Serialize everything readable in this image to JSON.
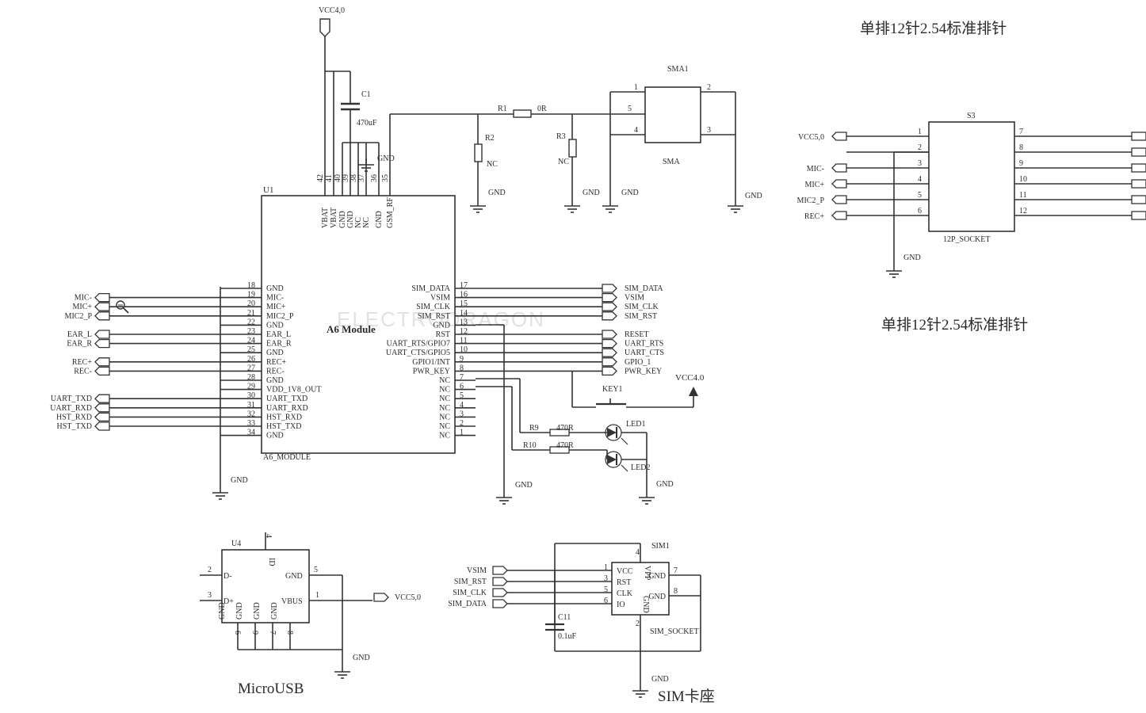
{
  "titles": {
    "header_top": "单排12针2.54标准排针",
    "header_mid": "单排12针2.54标准排针",
    "microusb": "MicroUSB",
    "sim": "SIM卡座",
    "watermark": "ELECTRODRAGON"
  },
  "u1": {
    "ref": "U1",
    "value": "A6 Module",
    "footer": "A6_MODULE",
    "top_pins": [
      {
        "num": "42",
        "name": "VBAT"
      },
      {
        "num": "41",
        "name": "VBAT"
      },
      {
        "num": "40",
        "name": "GND"
      },
      {
        "num": "39",
        "name": "GND"
      },
      {
        "num": "38",
        "name": "NC"
      },
      {
        "num": "37",
        "name": "NC"
      },
      {
        "num": "36",
        "name": "GND"
      },
      {
        "num": "35",
        "name": "GSM_RF"
      }
    ],
    "left_pins": [
      {
        "num": "18",
        "name": "GND",
        "net": ""
      },
      {
        "num": "19",
        "name": "MIC-",
        "net": "MIC-"
      },
      {
        "num": "20",
        "name": "MIC+",
        "net": "MIC+"
      },
      {
        "num": "21",
        "name": "MIC2_P",
        "net": "MIC2_P"
      },
      {
        "num": "22",
        "name": "GND",
        "net": ""
      },
      {
        "num": "23",
        "name": "EAR_L",
        "net": "EAR_L"
      },
      {
        "num": "24",
        "name": "EAR_R",
        "net": "EAR_R"
      },
      {
        "num": "25",
        "name": "GND",
        "net": ""
      },
      {
        "num": "26",
        "name": "REC+",
        "net": "REC+"
      },
      {
        "num": "27",
        "name": "REC-",
        "net": "REC-"
      },
      {
        "num": "28",
        "name": "GND",
        "net": ""
      },
      {
        "num": "29",
        "name": "VDD_1V8_OUT",
        "net": ""
      },
      {
        "num": "30",
        "name": "UART_TXD",
        "net": "UART_TXD"
      },
      {
        "num": "31",
        "name": "UART_RXD",
        "net": "UART_RXD"
      },
      {
        "num": "32",
        "name": "HST_RXD",
        "net": "HST_RXD"
      },
      {
        "num": "33",
        "name": "HST_TXD",
        "net": "HST_TXD"
      },
      {
        "num": "34",
        "name": "GND",
        "net": ""
      }
    ],
    "right_pins": [
      {
        "num": "17",
        "name": "SIM_DATA",
        "net": "SIM_DATA"
      },
      {
        "num": "16",
        "name": "VSIM",
        "net": "VSIM"
      },
      {
        "num": "15",
        "name": "SIM_CLK",
        "net": "SIM_CLK"
      },
      {
        "num": "14",
        "name": "SIM_RST",
        "net": "SIM_RST"
      },
      {
        "num": "13",
        "name": "GND",
        "net": ""
      },
      {
        "num": "12",
        "name": "RST",
        "net": "RESET"
      },
      {
        "num": "11",
        "name": "UART_RTS/GPIO7",
        "net": "UART_RTS"
      },
      {
        "num": "10",
        "name": "UART_CTS/GPIO5",
        "net": "UART_CTS"
      },
      {
        "num": "9",
        "name": "GPIO1/INT",
        "net": "GPIO_1"
      },
      {
        "num": "8",
        "name": "PWR_KEY",
        "net": "PWR_KEY"
      },
      {
        "num": "7",
        "name": "NC",
        "net": ""
      },
      {
        "num": "6",
        "name": "NC",
        "net": ""
      },
      {
        "num": "5",
        "name": "NC",
        "net": ""
      },
      {
        "num": "4",
        "name": "NC",
        "net": ""
      },
      {
        "num": "3",
        "name": "NC",
        "net": ""
      },
      {
        "num": "2",
        "name": "NC",
        "net": ""
      },
      {
        "num": "1",
        "name": "NC",
        "net": ""
      }
    ]
  },
  "power": {
    "vcc40_top": "VCC4,0",
    "vcc40_key": "VCC4.0",
    "vcc50": "VCC5,0",
    "gnd": "GND"
  },
  "c1": {
    "ref": "C1",
    "value": "470uF"
  },
  "r1": {
    "ref": "R1",
    "value": "0R"
  },
  "r2": {
    "ref": "R2",
    "value": "NC"
  },
  "r3": {
    "ref": "R3",
    "value": "NC"
  },
  "sma": {
    "ref": "SMA1",
    "value": "SMA",
    "pins": [
      "1",
      "2",
      "5",
      "4",
      "3"
    ]
  },
  "s3": {
    "ref": "S3",
    "footer": "12P_SOCKET",
    "left_pins": [
      "1",
      "2",
      "3",
      "4",
      "5",
      "6"
    ],
    "right_pins": [
      "7",
      "8",
      "9",
      "10",
      "11",
      "12"
    ],
    "nets": [
      "VCC5,0",
      "MIC-",
      "MIC+",
      "MIC2_P",
      "REC+"
    ]
  },
  "key1": {
    "ref": "KEY1"
  },
  "r9": {
    "ref": "R9",
    "value": "470R"
  },
  "r10": {
    "ref": "R10",
    "value": "470R"
  },
  "led1": {
    "ref": "LED1"
  },
  "led2": {
    "ref": "LED2"
  },
  "u4": {
    "ref": "U4",
    "pins": [
      {
        "num": "2",
        "name": "D-"
      },
      {
        "num": "3",
        "name": "D+"
      },
      {
        "num": "5",
        "name": "GND"
      },
      {
        "num": "1",
        "name": "VBUS"
      },
      {
        "num": "4",
        "name": "ID"
      }
    ],
    "bottom_pins": [
      {
        "num": "6",
        "name": "GND"
      },
      {
        "num": "9",
        "name": "GND"
      },
      {
        "num": "7",
        "name": "GND"
      },
      {
        "num": "8",
        "name": "GND"
      }
    ]
  },
  "sim1": {
    "ref": "SIM1",
    "footer": "SIM_SOCKET",
    "nets": [
      "VSIM",
      "SIM_RST",
      "SIM_CLK",
      "SIM_DATA"
    ],
    "left_pins": [
      {
        "num": "1",
        "name": "VCC"
      },
      {
        "num": "3",
        "name": "RST"
      },
      {
        "num": "5",
        "name": "CLK"
      },
      {
        "num": "6",
        "name": "IO"
      }
    ],
    "right_pins": [
      {
        "num": "7",
        "name": "GND"
      },
      {
        "num": "8",
        "name": "GND"
      }
    ],
    "top_pin": {
      "num": "4",
      "name": "VPP"
    },
    "bottom_pin": {
      "num": "2",
      "name": "GND"
    }
  },
  "c11": {
    "ref": "C11",
    "value": "0.1uF"
  }
}
